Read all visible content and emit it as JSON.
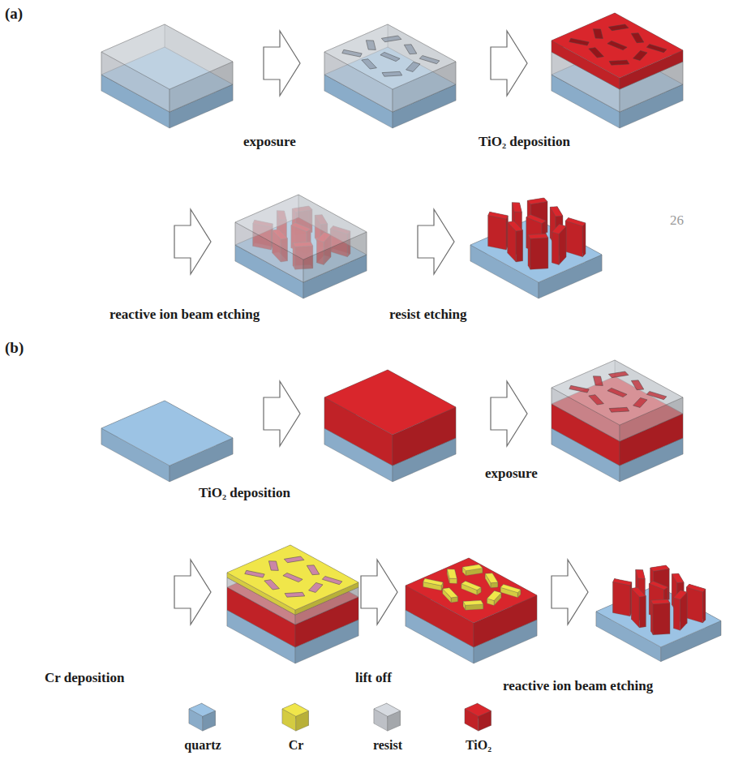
{
  "diagram": {
    "labels": [
      "(a)",
      "exposure",
      "TiO₂ deposition",
      "26",
      "reactive ion beam etching",
      "resist etching",
      "(b)",
      "TiO₂ deposition",
      "exposure",
      "Cr deposition",
      "lift off",
      "reactive ion beam etching"
    ],
    "legend": [
      {
        "text": "quartz",
        "color": "#9cc3e4"
      },
      {
        "text": "Cr",
        "color": "#f0e64a"
      },
      {
        "text": "resist",
        "color": "#d6dae0"
      },
      {
        "text": "TiO₂",
        "color": "#d9262c"
      }
    ]
  }
}
